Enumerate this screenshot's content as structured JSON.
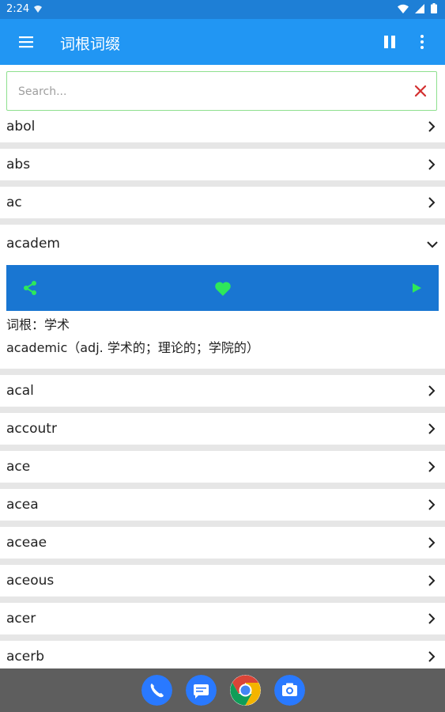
{
  "status_bar": {
    "time": "2:24"
  },
  "app_bar": {
    "title": "词根词缀"
  },
  "search": {
    "placeholder": "Search..."
  },
  "list": {
    "rows_before": [
      {
        "label": "abol"
      },
      {
        "label": "abs"
      },
      {
        "label": "ac"
      }
    ],
    "expanded": {
      "label": "academ",
      "definition_root": "词根：学术",
      "definition_example": "academic（adj. 学术的；理论的；学院的）"
    },
    "rows_after": [
      {
        "label": "acal"
      },
      {
        "label": "accoutr"
      },
      {
        "label": "ace"
      },
      {
        "label": "acea"
      },
      {
        "label": "aceae"
      },
      {
        "label": "aceous"
      },
      {
        "label": "acer"
      },
      {
        "label": "acerb"
      }
    ]
  },
  "colors": {
    "status_bar": "#1e7fd6",
    "app_bar": "#2196f3",
    "action_bar": "#1976d2",
    "action_icons": "#2ee85a",
    "search_border": "#8ee08e",
    "clear_icon": "#d32f2f"
  },
  "dock_icons": [
    "phone-icon",
    "messages-icon",
    "chrome-icon",
    "camera-icon"
  ]
}
